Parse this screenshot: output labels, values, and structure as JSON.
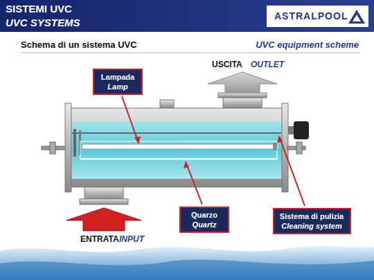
{
  "diagram": {
    "title": "SISTEMI UVC",
    "nodes": [
      {
        "text": [
          "Lampada",
          "Lamp"
        ]
      },
      {
        "text": [
          "Quarzo",
          "Quartz"
        ]
      },
      {
        "text": [
          "Sistema di pulizia",
          "Cleaning system"
        ]
      }
    ],
    "labels": [
      "UVC SYSTEMS",
      "ASTRALPOOL",
      "Schema di un sistema UVC",
      "UVC equipment scheme",
      "USCITA",
      "OUTLET",
      "ENTRATA",
      "INPUT"
    ]
  }
}
